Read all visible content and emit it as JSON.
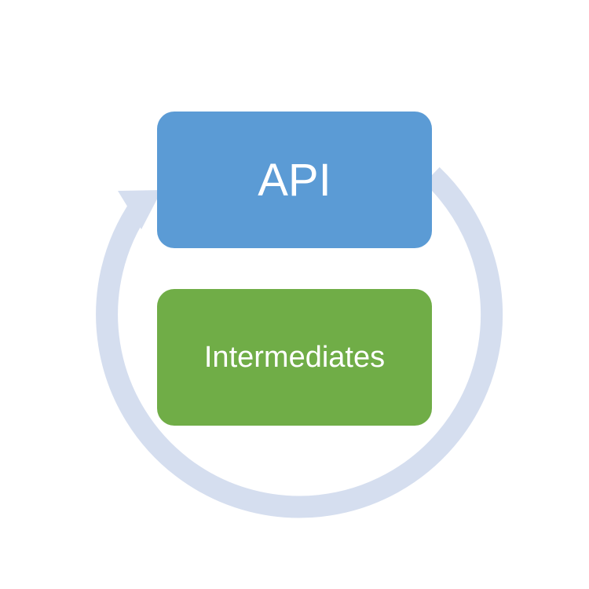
{
  "nodes": [
    {
      "label": "API",
      "color": "#5b9bd5"
    },
    {
      "label": "Intermediates",
      "color": "#70ad47"
    }
  ],
  "cycle_arrow": {
    "color": "#d5deef",
    "direction": "clockwise"
  }
}
